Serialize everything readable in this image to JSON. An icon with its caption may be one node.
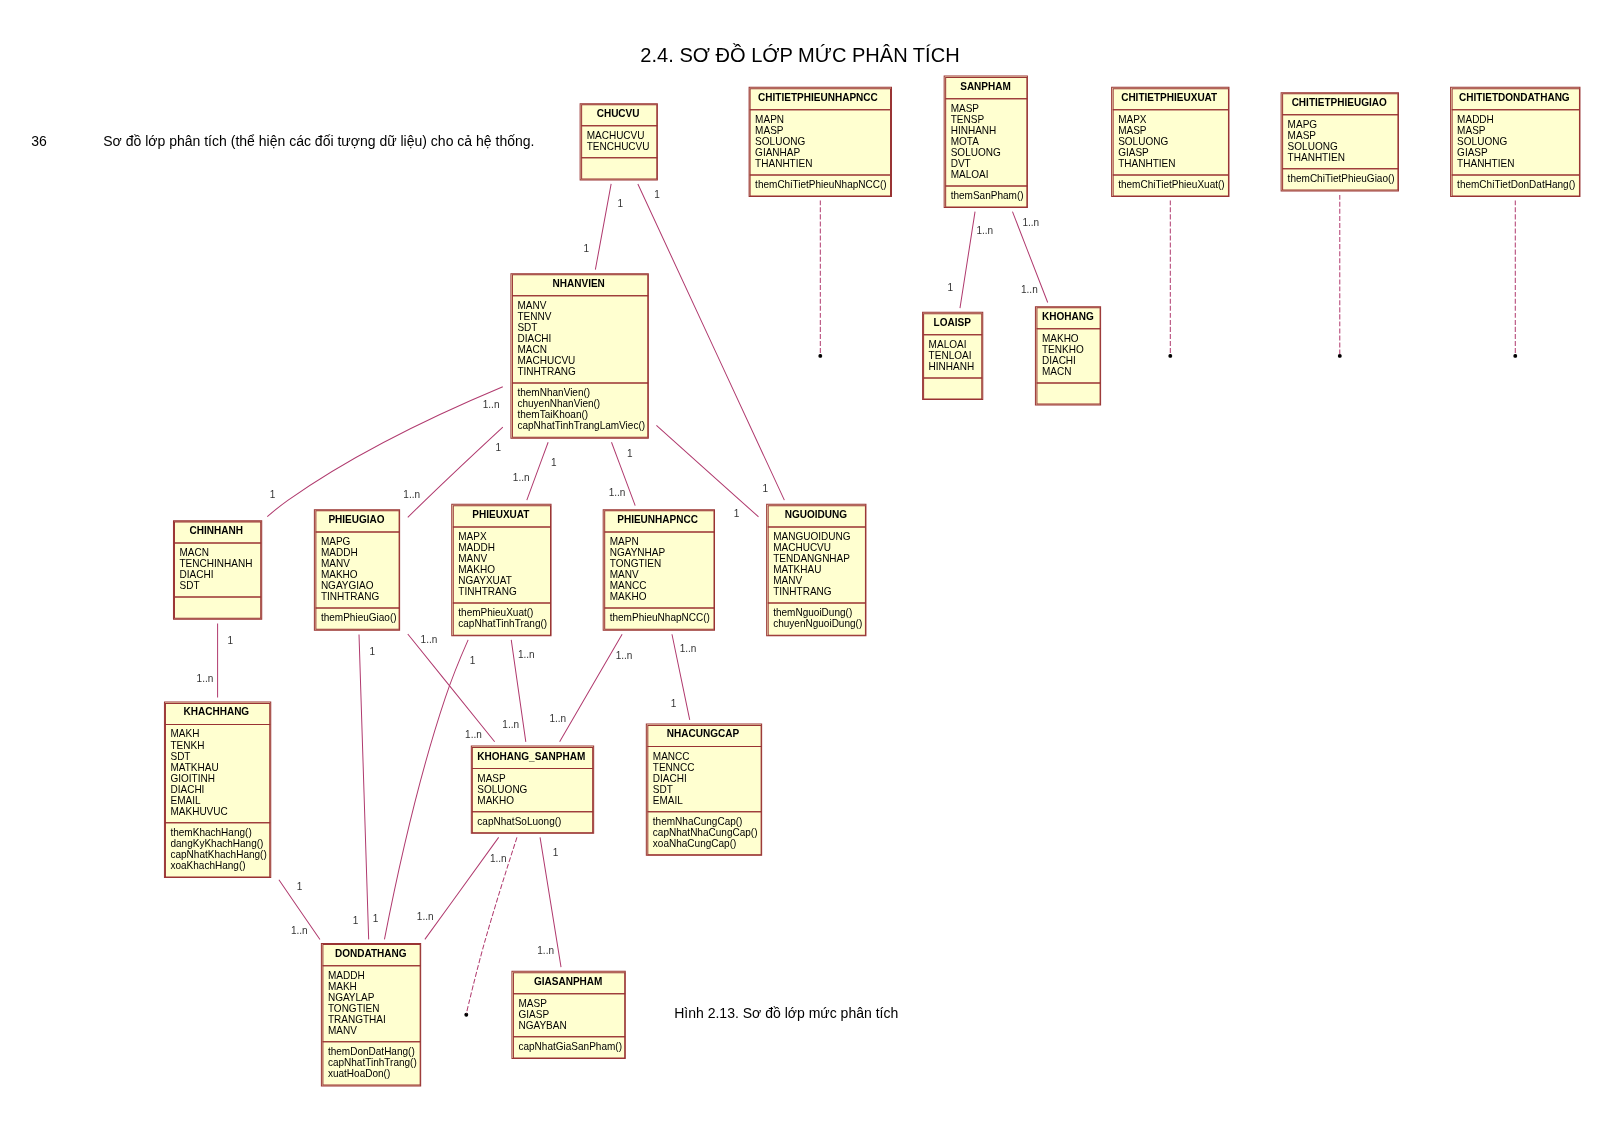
{
  "diagram": {
    "title": "2.4. SƠ ĐỒ LỚP MỨC PHÂN TÍCH",
    "caption": "Hình 2.13. Sơ đồ lớp mức phân tích",
    "nodes": [
      {
        "text": [
          "CHUCVU",
          "MACHUCVU TENCHUCVU"
        ]
      },
      {
        "text": [
          "NHANVIEN",
          "MANV TENNV SDT DIACHI MACN MACHUCVU TINHTRANG",
          "themNhanVien() chuyenNhanVien() themTaiKhoan() capNhatTinhTrangLamViec()"
        ]
      },
      {
        "text": [
          "PHIEUNHAPNCC",
          "MAPN NGAYNHAP TONGTIEN MANV MANCC MAKHO",
          "themPhieuNhapNCC()"
        ]
      },
      {
        "text": [
          "CHITIETPHIEUNHAPNCC",
          "MAPN MASP SOLUONG GIANHAP THANHTIEN",
          "themChiTietPhieuNhapNCC()"
        ]
      },
      {
        "text": [
          "SANPHAM",
          "MASP TENSP HINHANH MOTA SOLUONG DVT MALOAI",
          "themSanPham()"
        ]
      },
      {
        "text": [
          "LOAISP",
          "MALOAI TENLOAI HINHANH"
        ]
      },
      {
        "text": [
          "NGUOIDUNG",
          "MANGUOIDUNG MACHUCVU TENDANGNHAP MATKHAU MANV TINHTRANG",
          "themNguoiDung() chuyenNguoiDung()"
        ]
      },
      {
        "text": [
          "PHIEUGIAO",
          "MAPG MADDH MANV MAKHO NGAYGIAO TINHTRANG",
          "themPhieuGiao()"
        ]
      },
      {
        "text": [
          "NHACUNGCAP",
          "MANCC TENNCC DIACHI SDT EMAIL",
          "themNhaCungCap() capNhatNhaCungCap() xoaNhaCungCap()"
        ]
      },
      {
        "text": [
          "KHOHANG_SANPHAM",
          "MASP SOLUONG MAKHO",
          "capNhatSoLuong()"
        ]
      },
      {
        "text": [
          "KHOHANG",
          "MAKHO TENKHO DIACHI MACN"
        ]
      },
      {
        "text": [
          "CHINHANH",
          "MACN TENCHINHANH DIACHI SDT"
        ]
      },
      {
        "text": [
          "PHIEUXUAT",
          "MAPX MADDH MANV MAKHO NGAYXUAT TINHTRANG",
          "themPhieuXuat() capNhatTinhTrang()"
        ]
      },
      {
        "text": [
          "GIASANPHAM",
          "MASP GIASP NGAYBAN",
          "capNhatGiaSanPham()"
        ]
      },
      {
        "text": [
          "CHITIETPHIEUXUAT",
          "MAPX MASP SOLUONG GIASP THANHTIEN",
          "themChiTietPhieuXuat()"
        ]
      },
      {
        "text": [
          "CHITIETPHIEUGIAO",
          "MAPG MASP SOLUONG THANHTIEN",
          "themChiTietPhieuGiao()"
        ]
      },
      {
        "text": [
          "CHITIETDONDATHANG",
          "MADDH MASP SOLUONG GIASP THANHTIEN",
          "themChiTietDonDatHang()"
        ]
      },
      {
        "text": [
          "KHACHHANG",
          "MAKH TENKH SDT MATKHAU GIOITINH DIACHI EMAIL MAKHUVUC",
          "themKhachHang() dangKyKhachHang() capNhatKhachHang() xoaKhachHang()"
        ]
      },
      {
        "text": [
          "DONDATHANG",
          "MADDH MAKH NGAYLAP TONGTIEN TRANGTHAI MANV",
          "themDonDatHang() capNhatTinhTrang() xuatHoaDon()"
        ]
      }
    ],
    "edges": [
      {
        "from": 0,
        "to": 1,
        "arrow": "none"
      },
      {
        "from": 0,
        "to": 6,
        "arrow": "none"
      },
      {
        "from": 1,
        "to": 6,
        "arrow": "none"
      },
      {
        "from": 1,
        "to": 2,
        "arrow": "none"
      },
      {
        "from": 1,
        "to": 7,
        "arrow": "none"
      },
      {
        "from": 1,
        "to": 11,
        "arrow": "none"
      },
      {
        "from": 1,
        "to": 12,
        "arrow": "none"
      },
      {
        "from": 2,
        "to": 8,
        "arrow": "none"
      },
      {
        "from": 2,
        "to": 9,
        "arrow": "none"
      },
      {
        "from": 3,
        "to": null,
        "arrow": "none",
        "style": "dashed"
      },
      {
        "from": 4,
        "to": 5,
        "arrow": "none"
      },
      {
        "from": 4,
        "to": 10,
        "arrow": "none"
      },
      {
        "from": 9,
        "to": null,
        "arrow": "none",
        "style": "dashed"
      },
      {
        "from": 7,
        "to": 9,
        "arrow": "none"
      },
      {
        "from": 15,
        "to": null,
        "arrow": "none",
        "style": "dashed"
      },
      {
        "from": 12,
        "to": 9,
        "arrow": "none"
      },
      {
        "from": 14,
        "to": null,
        "arrow": "none",
        "style": "dashed"
      },
      {
        "from": 7,
        "to": 18,
        "arrow": "none"
      },
      {
        "from": 9,
        "to": 13,
        "arrow": "none"
      },
      {
        "from": 9,
        "to": 18,
        "arrow": "none"
      },
      {
        "from": 16,
        "to": null,
        "arrow": "none",
        "style": "dashed"
      },
      {
        "from": 11,
        "to": 17,
        "arrow": "none"
      },
      {
        "from": 12,
        "to": 18,
        "arrow": "none"
      },
      {
        "from": 17,
        "to": 18,
        "arrow": "none"
      }
    ],
    "labels": [
      "36",
      "Sơ đồ lớp phân tích (thể hiện các đối tượng dữ liệu) cho cả hệ thống.",
      "1",
      "1",
      "1",
      "1",
      "1",
      "1",
      "1..n",
      "1",
      "1..n",
      "1..n",
      "1",
      "1",
      "1..n",
      "1..n",
      "1",
      "1..n",
      "1..n",
      "1..n",
      "1",
      "1..n",
      "1..n",
      "1..n",
      "1..n",
      "1..n",
      "1..n",
      "1",
      "1",
      "1",
      "1..n",
      "1..n",
      "1..n",
      "1",
      "1..n",
      "1",
      "1",
      "1",
      "1..n"
    ]
  }
}
